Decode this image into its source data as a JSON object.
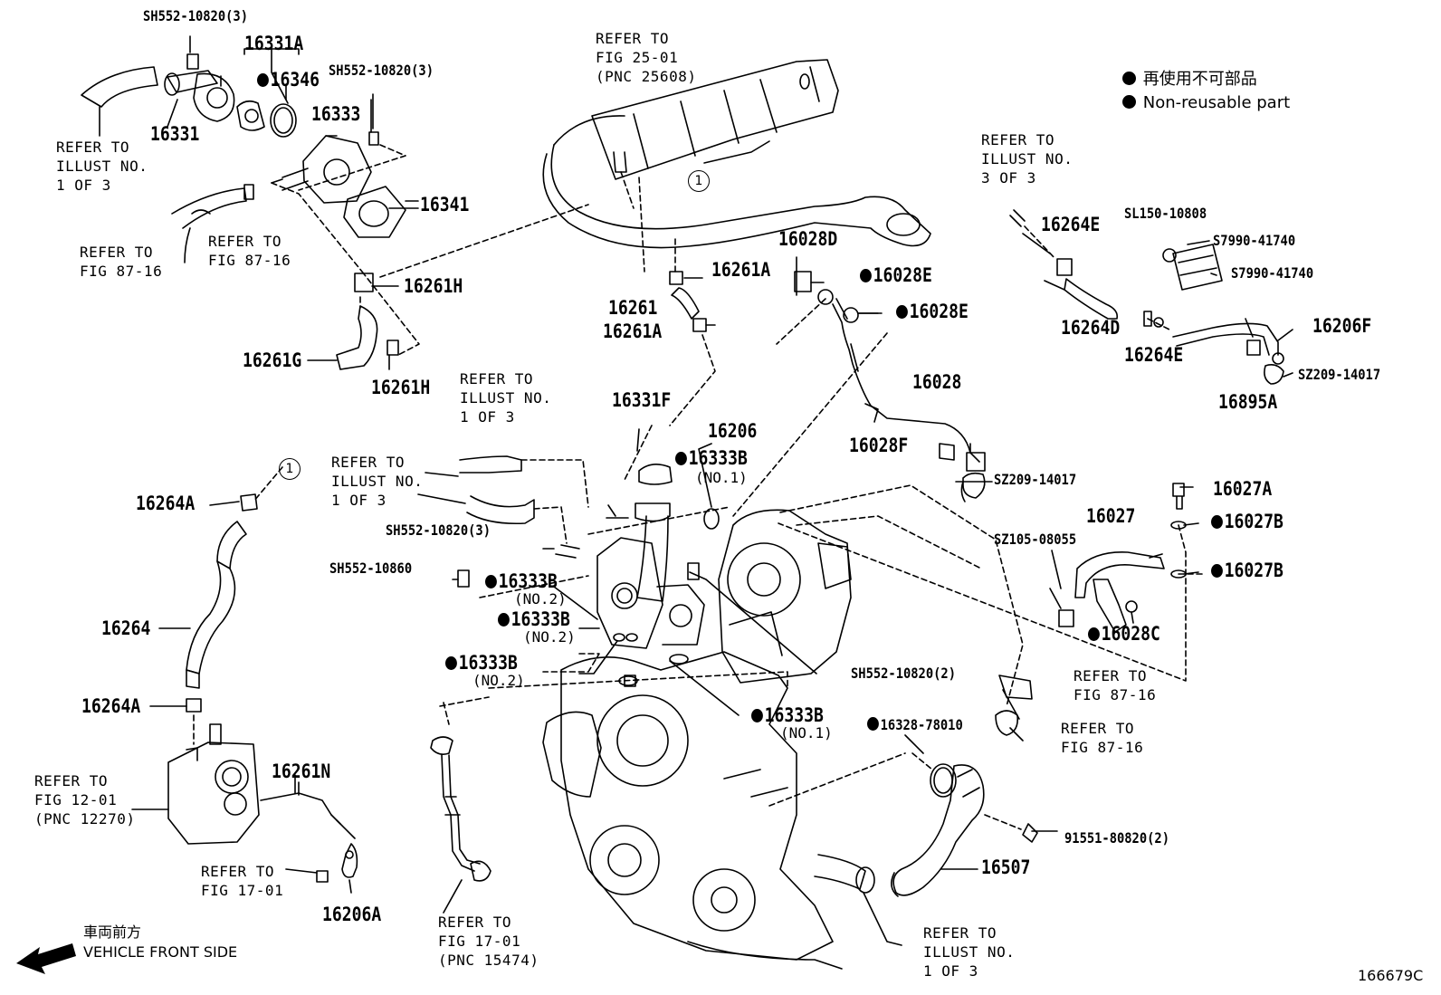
{
  "legend": {
    "jp": "再使用不可部品",
    "en": "Non-reusable part"
  },
  "front": {
    "jp": "車両前方",
    "en": "VEHICLE FRONT SIDE"
  },
  "diagram_id": "166679C",
  "callout": "1",
  "labels": {
    "sh55210820_3_top": "SH552-10820(3)",
    "p16331A": "16331A",
    "p16346": "16346",
    "sh55210820_3_mid": "SH552-10820(3)",
    "p16333": "16333",
    "p16331": "16331",
    "p16341": "16341",
    "p16261H_top": "16261H",
    "p16261G": "16261G",
    "p16261H_bot": "16261H",
    "p16261A_top": "16261A",
    "p16261": "16261",
    "p16261A_bot": "16261A",
    "p16028D": "16028D",
    "p16028E_1": "16028E",
    "p16028E_2": "16028E",
    "p16028": "16028",
    "p16028F": "16028F",
    "sz20914017_mid": "SZ209-14017",
    "p16264E_top": "16264E",
    "sl15010808": "SL150-10808",
    "s799041740_1": "S7990-41740",
    "s799041740_2": "S7990-41740",
    "p16264D": "16264D",
    "p16264E_bot": "16264E",
    "p16206F": "16206F",
    "sz20914017_right": "SZ209-14017",
    "p16895A": "16895A",
    "p16331F": "16331F",
    "p16206": "16206",
    "p16333B_no1_top": "16333B",
    "no1_top": "(NO.1)",
    "sh55210820_3_low": "SH552-10820(3)",
    "sh55210860": "SH552-10860",
    "p16333B_no2_a": "16333B",
    "no2_a": "(NO.2)",
    "p16333B_no2_b": "16333B",
    "no2_b": "(NO.2)",
    "p16333B_no2_c": "16333B",
    "no2_c": "(NO.2)",
    "p16333B_no1_bot": "16333B",
    "no1_bot": "(NO.1)",
    "sh55210820_2": "SH552-10820(2)",
    "p16027A": "16027A",
    "p16027": "16027",
    "p16027B_1": "16027B",
    "sz10508055": "SZ105-08055",
    "p16027B_2": "16027B",
    "p16028C": "16028C",
    "p16264A_top": "16264A",
    "p16264": "16264",
    "p16264A_bot": "16264A",
    "p16261N": "16261N",
    "p16206A": "16206A",
    "p1632878010": "16328-78010",
    "p9155180820": "91551-80820(2)",
    "p16507": "16507"
  },
  "refs": {
    "fig2501": "REFER TO\nFIG 25-01\n(PNC 25608)",
    "illust_tl": "REFER TO\nILLUST NO.\n1 OF 3",
    "fig8716_a": "REFER TO\nFIG 87-16",
    "fig8716_b": "REFER TO\nFIG 87-16",
    "illust_tr": "REFER TO\nILLUST NO.\n3 OF 3",
    "illust_c1": "REFER TO\nILLUST NO.\n1 OF 3",
    "illust_c2": "REFER TO\nILLUST NO.\n1 OF 3",
    "fig8716_c": "REFER TO\nFIG 87-16",
    "fig8716_d": "REFER TO\nFIG 87-16",
    "fig1201": "REFER TO\nFIG 12-01\n(PNC 12270)",
    "fig1701_a": "REFER TO\nFIG 17-01",
    "fig1701_b": "REFER TO\nFIG 17-01\n(PNC 15474)",
    "illust_bot": "REFER TO\nILLUST NO.\n1 OF 3"
  }
}
